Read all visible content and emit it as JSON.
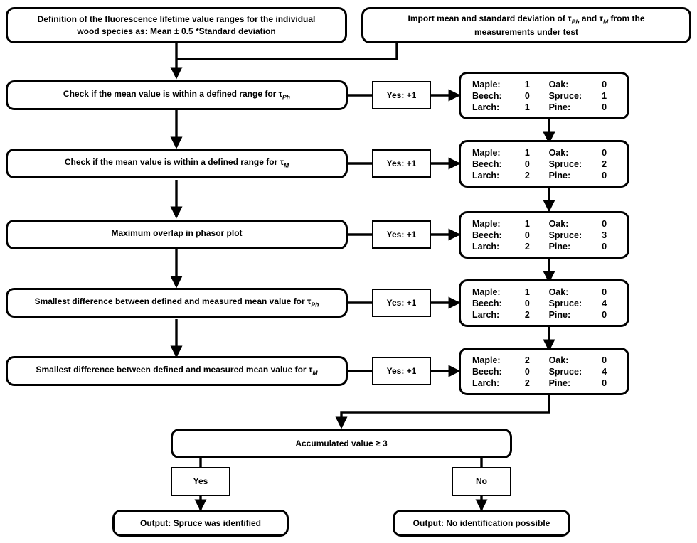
{
  "diagram": {
    "title": "Wood species identification scoring flowchart",
    "colors": {
      "stroke": "#000000",
      "fill": "#ffffff",
      "text": "#000000"
    }
  },
  "start_nodes": {
    "definition": {
      "line1": "Definition of the fluorescence lifetime value ranges for the individual",
      "line2": "wood species as: Mean ± 0.5 *Standard deviation"
    },
    "import": {
      "prefix": "Import mean and standard deviation of ",
      "tau1": "τ",
      "tau1_sub": "Ph",
      "mid": " and ",
      "tau2": "τ",
      "tau2_sub": "M",
      "suffix": " from the",
      "line2": "measurements under test"
    }
  },
  "criteria": [
    {
      "id": "criterion-1",
      "prefix": "Check if the mean value is within a defined range for ",
      "tau": "τ",
      "tau_sub": "Ph",
      "suffix": "",
      "yes_label": "Yes: +1"
    },
    {
      "id": "criterion-2",
      "prefix": "Check if the mean value is within a defined range for ",
      "tau": "τ",
      "tau_sub": "M",
      "suffix": "",
      "yes_label": "Yes: +1"
    },
    {
      "id": "criterion-3",
      "prefix": "Maximum overlap in phasor plot",
      "tau": "",
      "tau_sub": "",
      "suffix": "",
      "yes_label": "Yes: +1"
    },
    {
      "id": "criterion-4",
      "prefix": "Smallest difference between defined and measured mean value for ",
      "tau": "τ",
      "tau_sub": "Ph",
      "suffix": "",
      "yes_label": "Yes: +1"
    },
    {
      "id": "criterion-5",
      "prefix": "Smallest difference between defined and measured mean value for ",
      "tau": "τ",
      "tau_sub": "M",
      "suffix": "",
      "yes_label": "Yes: +1"
    }
  ],
  "tally_labels": {
    "maple": "Maple:",
    "oak": "Oak:",
    "beech": "Beech:",
    "spruce": "Spruce:",
    "larch": "Larch:",
    "pine": "Pine:"
  },
  "tallies": [
    {
      "id": "tally-1",
      "maple": "1",
      "oak": "0",
      "beech": "0",
      "spruce": "1",
      "larch": "1",
      "pine": "0"
    },
    {
      "id": "tally-2",
      "maple": "1",
      "oak": "0",
      "beech": "0",
      "spruce": "2",
      "larch": "2",
      "pine": "0"
    },
    {
      "id": "tally-3",
      "maple": "1",
      "oak": "0",
      "beech": "0",
      "spruce": "3",
      "larch": "2",
      "pine": "0"
    },
    {
      "id": "tally-4",
      "maple": "1",
      "oak": "0",
      "beech": "0",
      "spruce": "4",
      "larch": "2",
      "pine": "0"
    },
    {
      "id": "tally-5",
      "maple": "2",
      "oak": "0",
      "beech": "0",
      "spruce": "4",
      "larch": "2",
      "pine": "0"
    }
  ],
  "decision": {
    "label": "Accumulated value ≥ 3",
    "yes_label": "Yes",
    "no_label": "No"
  },
  "outputs": {
    "yes": "Output: Spruce was identified",
    "no": "Output: No identification possible"
  }
}
